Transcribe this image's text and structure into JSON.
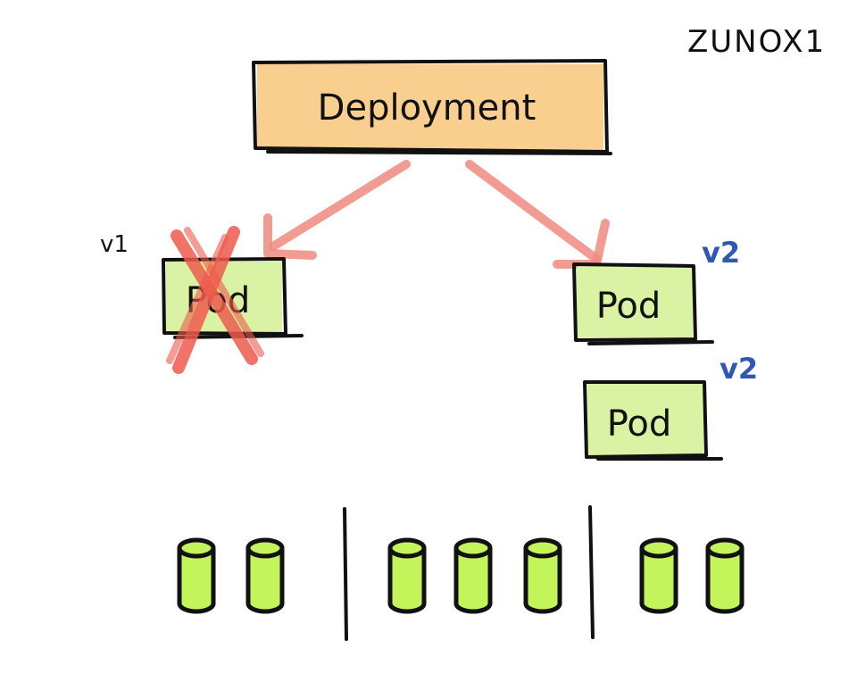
{
  "signature": "ZUNOX1",
  "deployment": {
    "label": "Deployment"
  },
  "pods": [
    {
      "label": "Pod",
      "version": "v1",
      "status": "removed"
    },
    {
      "label": "Pod",
      "version": "v2",
      "status": "running"
    },
    {
      "label": "Pod",
      "version": "v2",
      "status": "running"
    }
  ],
  "nodes": [
    {
      "cylinders": 2
    },
    {
      "cylinders": 3
    },
    {
      "cylinders": 2
    }
  ],
  "colors": {
    "deployment_fill": "#f8cf8f",
    "pod_fill": "#d9f2a3",
    "cylinder_fill": "#c3f55a",
    "arrow": "#f08a80",
    "cross": "#ee5a4e",
    "v2_label": "#2f57b8",
    "ink": "#111111"
  }
}
